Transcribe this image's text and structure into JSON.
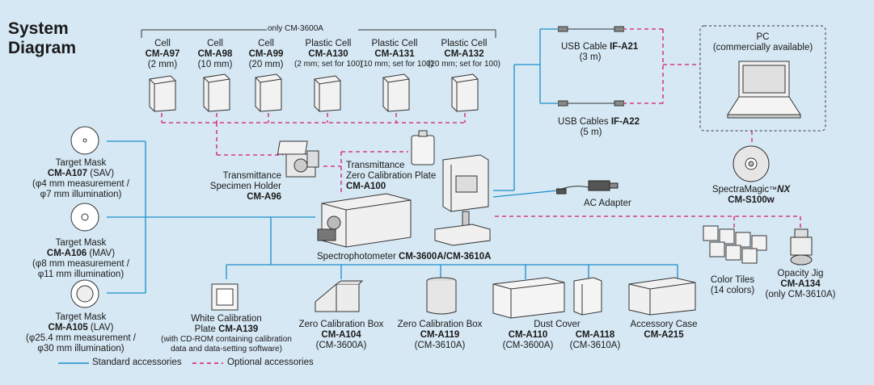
{
  "title_line1": "System",
  "title_line2": "Diagram",
  "only_cm3600a_header": "only CM-3600A",
  "cells": [
    {
      "name": "Cell",
      "model": "CM-A97",
      "spec": "(2 mm)"
    },
    {
      "name": "Cell",
      "model": "CM-A98",
      "spec": "(10 mm)"
    },
    {
      "name": "Cell",
      "model": "CM-A99",
      "spec": "(20 mm)"
    },
    {
      "name": "Plastic Cell",
      "model": "CM-A130",
      "spec": "(2 mm; set for 100)"
    },
    {
      "name": "Plastic Cell",
      "model": "CM-A131",
      "spec": "(10 mm; set for 100)"
    },
    {
      "name": "Plastic Cell",
      "model": "CM-A132",
      "spec": "(20 mm; set for 100)"
    }
  ],
  "target_masks": [
    {
      "name": "Target Mask",
      "model": "CM-A107",
      "type": " (SAV)",
      "line3": "(φ4 mm measurement /",
      "line4": "φ7 mm illumination)"
    },
    {
      "name": "Target Mask",
      "model": "CM-A106",
      "type": " (MAV)",
      "line3": "(φ8 mm measurement /",
      "line4": "φ11 mm illumination)"
    },
    {
      "name": "Target Mask",
      "model": "CM-A105",
      "type": " (LAV)",
      "line3": "(φ25.4 mm measurement /",
      "line4": "φ30 mm illumination)"
    }
  ],
  "holder": {
    "line1": "Transmittance",
    "line2": "Specimen Holder",
    "model": "CM-A96"
  },
  "zero_plate": {
    "line1": "Transmittance",
    "line2": "Zero Calibration Plate",
    "model": "CM-A100"
  },
  "spectro": {
    "name": "Spectrophotometer ",
    "model": "CM-3600A/CM-3610A"
  },
  "usb1": {
    "name": "USB Cable ",
    "model": "IF-A21",
    "spec": "(3 m)"
  },
  "usb2": {
    "name": "USB Cables ",
    "model": "IF-A22",
    "spec": "(5 m)"
  },
  "pc": {
    "line1": "PC",
    "line2": "(commercially available)"
  },
  "software": {
    "name": "SpectraMagic",
    "tm": "™",
    "nx": "NX",
    "model": "CM-S100w"
  },
  "ac_adapter": "AC Adapter",
  "color_tiles": {
    "line1": "Color Tiles",
    "line2": "(14 colors)"
  },
  "opacity_jig": {
    "name": "Opacity Jig",
    "model": "CM-A134",
    "note": "(only CM-3610A)"
  },
  "white_plate": {
    "line1": "White Calibration",
    "line2": "Plate ",
    "model": "CM-A139",
    "note1": "(with CD-ROM containing calibration",
    "note2": "data and data-setting software)"
  },
  "zero_box1": {
    "name": "Zero Calibration Box",
    "model": "CM-A104",
    "note": "(CM-3600A)"
  },
  "zero_box2": {
    "name": "Zero Calibration Box",
    "model": "CM-A119",
    "note": "(CM-3610A)"
  },
  "dust_cover": {
    "name": "Dust Cover",
    "model1": "CM-A110",
    "note1": "(CM-3600A)",
    "model2": "CM-A118",
    "note2": "(CM-3610A)"
  },
  "case": {
    "name": "Accessory Case",
    "model": "CM-A215"
  },
  "legend": {
    "standard": "Standard accessories",
    "optional": "Optional accessories"
  },
  "colors": {
    "background": "#d6e8f4",
    "standard_line": "#1b8fc9",
    "optional_line": "#d6186f"
  }
}
